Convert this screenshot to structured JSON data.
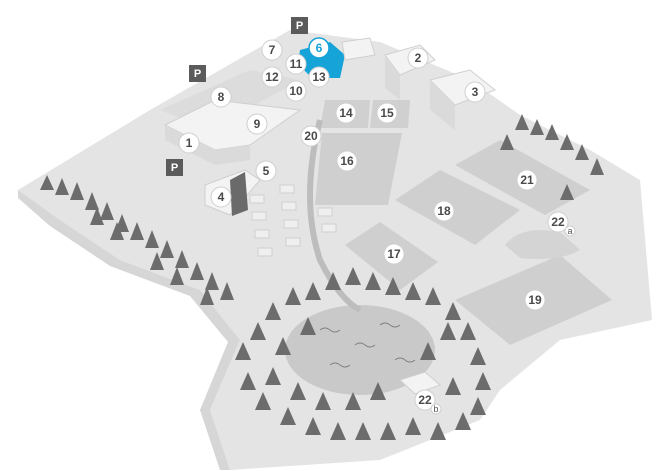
{
  "map": {
    "markers": [
      {
        "id": "1",
        "label": "1"
      },
      {
        "id": "2",
        "label": "2"
      },
      {
        "id": "3",
        "label": "3"
      },
      {
        "id": "4",
        "label": "4"
      },
      {
        "id": "5",
        "label": "5"
      },
      {
        "id": "6",
        "label": "6",
        "highlighted": true
      },
      {
        "id": "7",
        "label": "7"
      },
      {
        "id": "8",
        "label": "8"
      },
      {
        "id": "9",
        "label": "9"
      },
      {
        "id": "10",
        "label": "10"
      },
      {
        "id": "11",
        "label": "11"
      },
      {
        "id": "12",
        "label": "12"
      },
      {
        "id": "13",
        "label": "13"
      },
      {
        "id": "14",
        "label": "14"
      },
      {
        "id": "15",
        "label": "15"
      },
      {
        "id": "16",
        "label": "16"
      },
      {
        "id": "17",
        "label": "17"
      },
      {
        "id": "18",
        "label": "18"
      },
      {
        "id": "19",
        "label": "19"
      },
      {
        "id": "20",
        "label": "20"
      },
      {
        "id": "21",
        "label": "21"
      },
      {
        "id": "22a",
        "label": "22",
        "sub": "a"
      },
      {
        "id": "22b",
        "label": "22",
        "sub": "b"
      }
    ],
    "parking": [
      {
        "id": "p-top",
        "label": "P"
      },
      {
        "id": "p-left",
        "label": "P"
      },
      {
        "id": "p-bottom",
        "label": "P"
      }
    ],
    "colors": {
      "ground": "#e2e2e2",
      "ground_dark": "#d3d3d3",
      "building": "#f4f4f4",
      "tree": "#6c6c6c",
      "highlight": "#16a3d8",
      "parking": "#5b5b5b"
    }
  }
}
